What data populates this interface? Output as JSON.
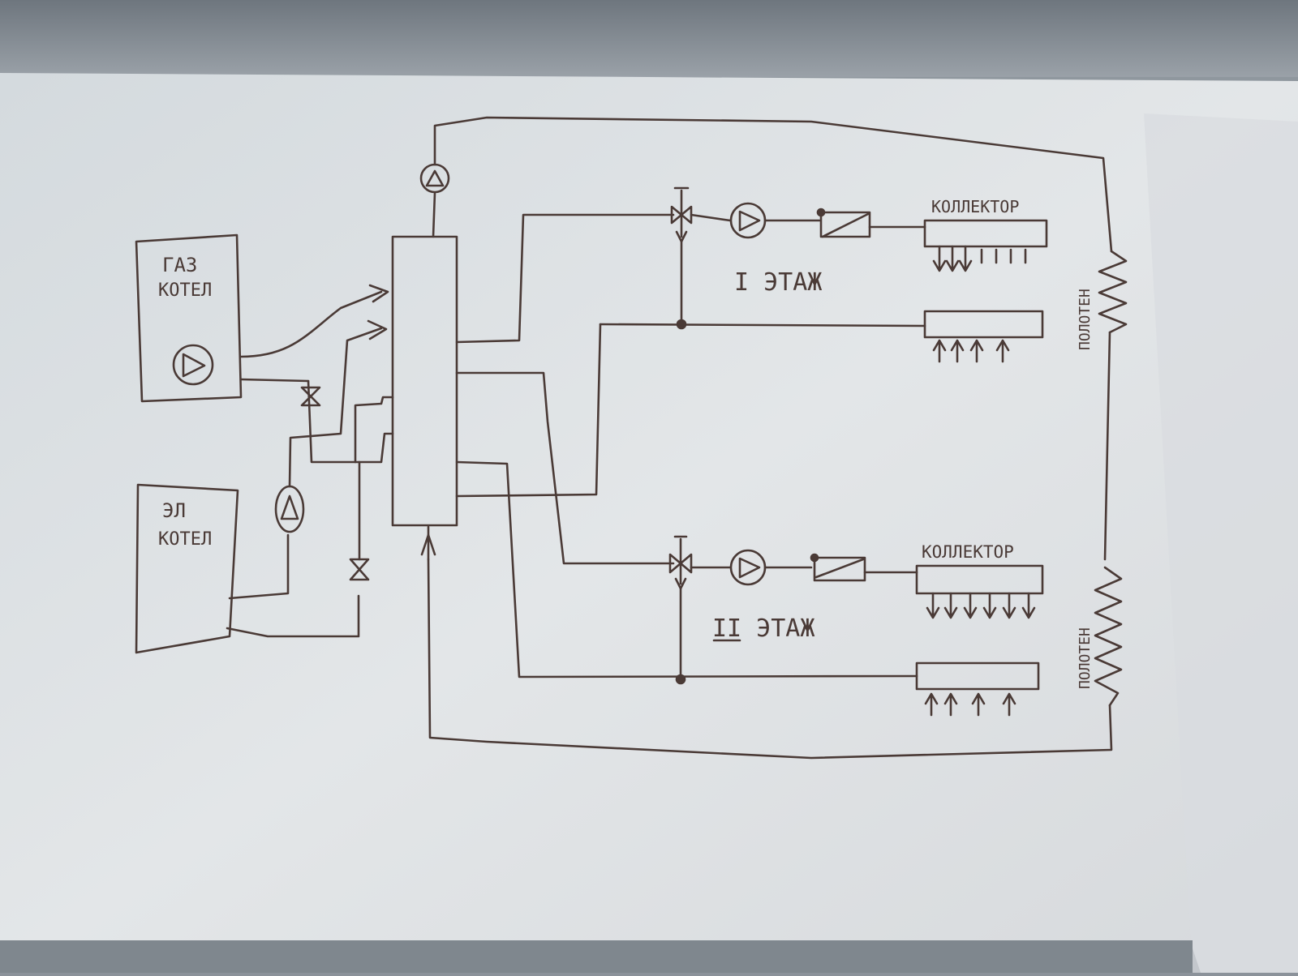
{
  "labels": {
    "gas_boiler_line1": "ГАЗ",
    "gas_boiler_line2": "КОТЕЛ",
    "el_boiler_line1": "ЭЛ",
    "el_boiler_line2": "КОТЕЛ",
    "collector_top": "КОЛЛЕКТОР",
    "collector_bottom": "КОЛЛЕКТОР",
    "floor_1": "I ЭТАЖ",
    "floor_2": "II ЭТАЖ",
    "towel_rail_top": "ПОЛОТЕН",
    "towel_rail_bottom": "ПОЛОТЕН"
  },
  "colors": {
    "paper": "#dfe3e6",
    "ink": "#4a3a36",
    "background": "#8b929a"
  }
}
